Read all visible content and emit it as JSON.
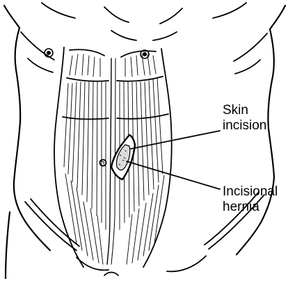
{
  "labels": {
    "skin_incision": [
      "Skin",
      "incision"
    ],
    "incisional_hernia": [
      "Incisional",
      "hernia"
    ]
  },
  "colors": {
    "ink": "#000000",
    "paper": "#ffffff"
  }
}
